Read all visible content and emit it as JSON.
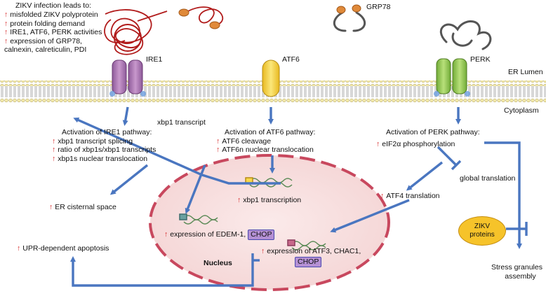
{
  "infection_box": {
    "title": "ZIKV infection leads to:",
    "items": [
      "misfolded ZIKV polyprotein",
      "protein folding demand",
      "IRE1, ATF6, PERK activities",
      "expression of GRP78,"
    ],
    "continuation": "calnexin, calreticulin, PDI"
  },
  "labels": {
    "grp78": "GRP78",
    "er_lumen": "ER Lumen",
    "cytoplasm": "Cytoplasm",
    "ire1": "IRE1",
    "atf6": "ATF6",
    "perk": "PERK",
    "xbp1_transcript": "xbp1 transcript",
    "nucleus": "Nucleus",
    "zikv_proteins": "ZIKV proteins",
    "stress_granules": [
      "Stress granules",
      "assembly"
    ]
  },
  "ire1_pathway": {
    "title": "Activation of IRE1 pathway:",
    "items": [
      "xbp1 transcript splicing",
      "ratio of xbp1s/xbp1 transcripts",
      "xbp1s nuclear translocation"
    ]
  },
  "atf6_pathway": {
    "title": "Activation of ATF6 pathway:",
    "items": [
      "ATF6 cleavage",
      "ATF6n nuclear translocation"
    ]
  },
  "perk_pathway": {
    "title": "Activation of PERK pathway:",
    "items": [
      "eIF2α phosphorylation"
    ]
  },
  "outcomes": {
    "er_cisternal": "ER cisternal space",
    "global_translation": "global translation",
    "atf4_translation": "ATF4 translation",
    "xbp1_transcription": "xbp1 transcription",
    "edem_expression": "expression of EDEM-1,",
    "chop": "CHOP",
    "atf3_expression": "expression of ATF3, CHAC1,",
    "upr_apoptosis": "UPR-dependent apoptosis"
  },
  "colors": {
    "arrow": "#4a76c0",
    "up_arrow": "#d42020",
    "ire1": "#b07ab8",
    "atf6": "#f7d84a",
    "perk": "#9ccc5a",
    "nucleus_fill": "#f8e0e0",
    "nucleus_border": "#c8485e",
    "chop_fill": "#b490d4",
    "zikv_fill": "#f6c32a",
    "membrane_head": "#f2e8a8"
  }
}
